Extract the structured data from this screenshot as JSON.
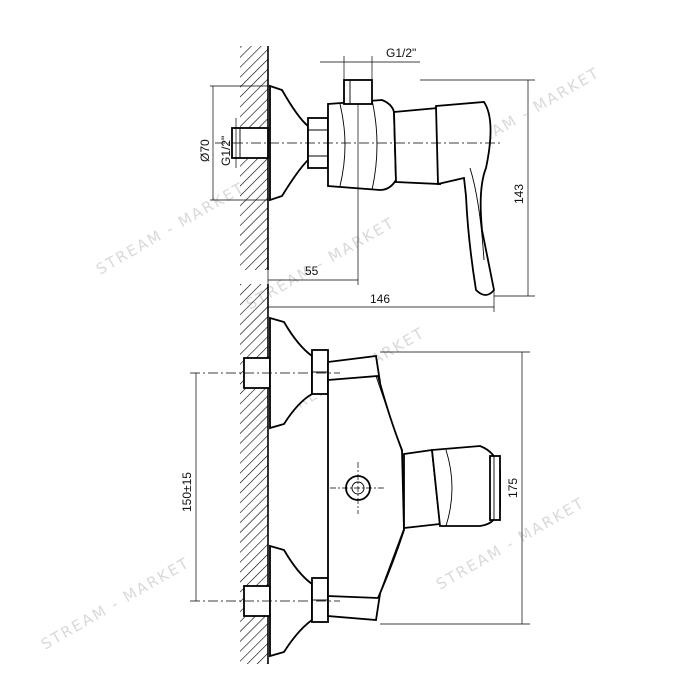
{
  "watermark": {
    "text": "STREAM - MARKET",
    "color": "#d9d9d9"
  },
  "top_view": {
    "outlet_thread": "G1/2\"",
    "flange_diameter": "Ø70",
    "inlet_thread": "G1/2\"",
    "outlet_offset": "55",
    "total_depth": "146",
    "height": "143"
  },
  "front_view": {
    "inlet_spacing": "150±15",
    "height": "175"
  }
}
